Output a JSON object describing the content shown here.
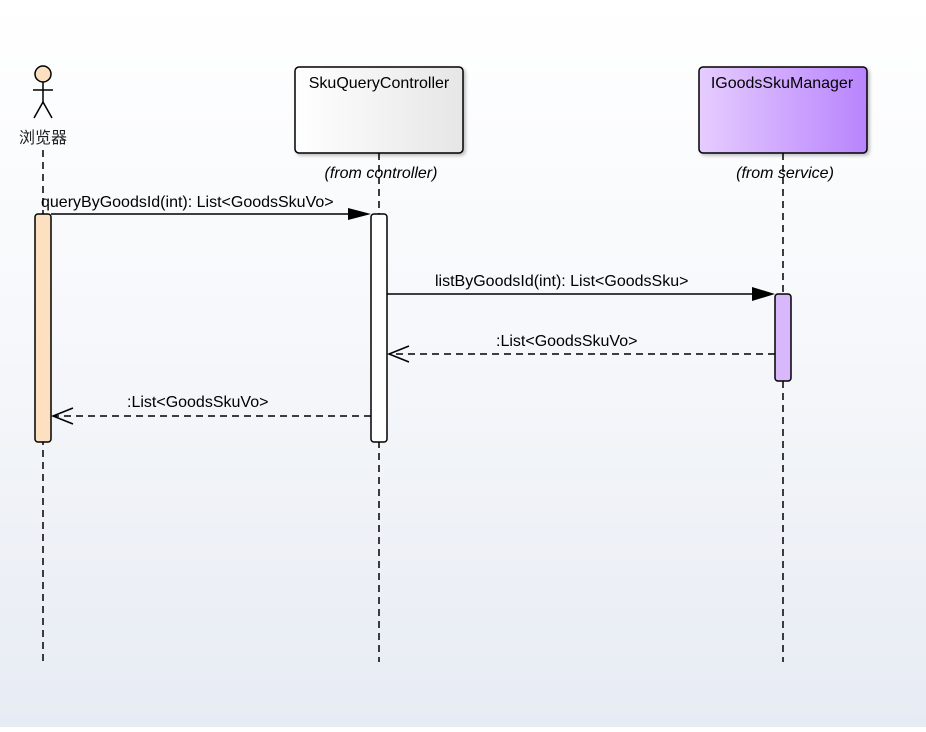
{
  "actor": {
    "name": "浏览器"
  },
  "participants": [
    {
      "id": "controller",
      "name": "SkuQueryController",
      "stereotype": "(from controller)"
    },
    {
      "id": "manager",
      "name": "IGoodsSkuManager",
      "stereotype": "(from service)"
    }
  ],
  "messages": [
    {
      "id": "m1",
      "label": "queryByGoodsId(int): List<GoodsSkuVo>",
      "kind": "call"
    },
    {
      "id": "m2",
      "label": "listByGoodsId(int): List<GoodsSku>",
      "kind": "call"
    },
    {
      "id": "m3",
      "label": ":List<GoodsSkuVo>",
      "kind": "return"
    },
    {
      "id": "m4",
      "label": ":List<GoodsSkuVo>",
      "kind": "return"
    }
  ],
  "colors": {
    "actor_activation": "#fce0c0",
    "controller_fill_start": "#ffffff",
    "controller_fill_end": "#e6e6e6",
    "manager_fill_start": "#e6ccff",
    "manager_fill_end": "#b884fd",
    "manager_activation": "#d8b8fb",
    "line": "#000000"
  }
}
